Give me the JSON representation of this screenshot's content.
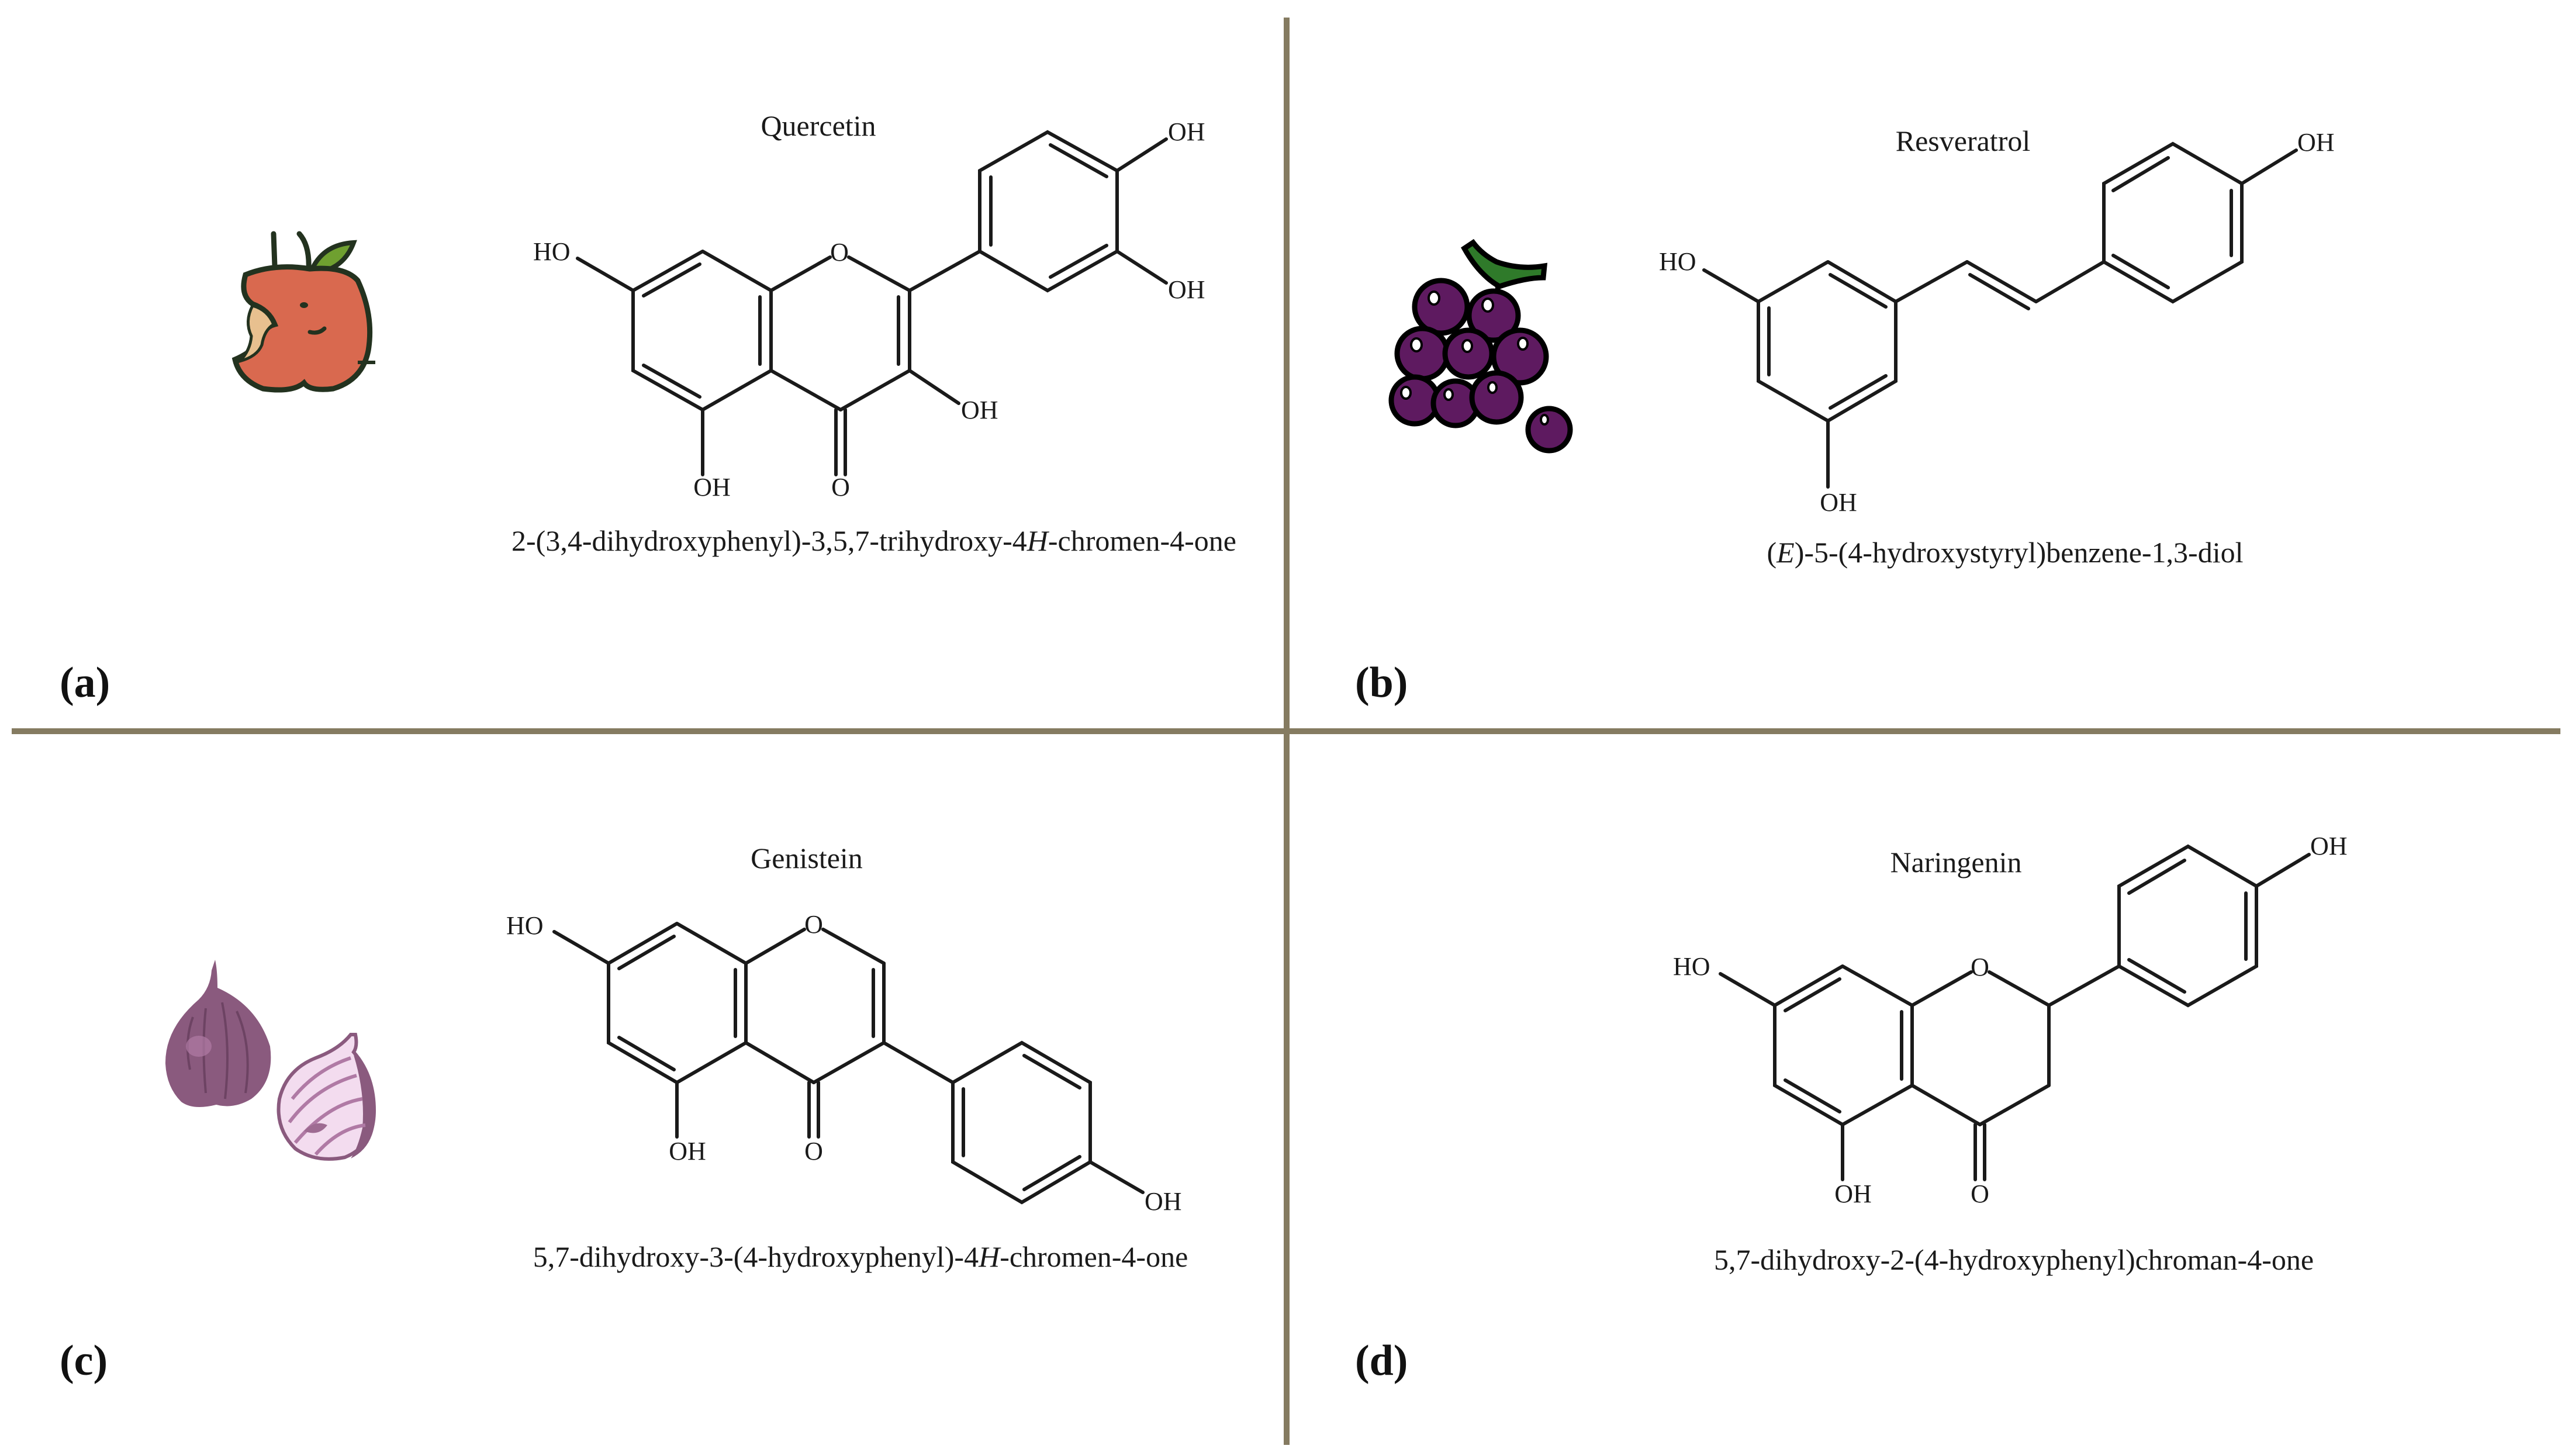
{
  "figure": {
    "divider_color": "#857b61",
    "panels": [
      {
        "id": "a",
        "label": "(a)",
        "compound": "Quercetin",
        "iupac_prefix": "2-(3,4-dihydroxyphenyl)-3,5,7-trihydroxy-4",
        "iupac_italic": "H",
        "iupac_suffix": "-chromen-4-one",
        "food_icon": "apple-icon",
        "atoms": {
          "ho7": "HO",
          "o1": "O",
          "oh3": "OH",
          "oh5": "OH",
          "o4": "O",
          "oh3p": "OH",
          "oh4p": "OH"
        }
      },
      {
        "id": "b",
        "label": "(b)",
        "compound": "Resveratrol",
        "iupac_prefix": "(",
        "iupac_italic": "E",
        "iupac_suffix": ")-5-(4-hydroxystyryl)benzene-1,3-diol",
        "food_icon": "grapes-icon",
        "atoms": {
          "ho3": "HO",
          "oh5": "OH",
          "oh4p": "OH"
        }
      },
      {
        "id": "c",
        "label": "(c)",
        "compound": "Genistein",
        "iupac_prefix": "5,7-dihydroxy-3-(4-hydroxyphenyl)-4",
        "iupac_italic": "H",
        "iupac_suffix": "-chromen-4-one",
        "food_icon": "onion-icon",
        "atoms": {
          "ho7": "HO",
          "o1": "O",
          "oh5": "OH",
          "o4": "O",
          "oh4p": "OH"
        }
      },
      {
        "id": "d",
        "label": "(d)",
        "compound": "Naringenin",
        "iupac_prefix": "5,7-dihydroxy-2-(4-hydroxyphenyl)chroman-4-one",
        "iupac_italic": "",
        "iupac_suffix": "",
        "food_icon": "none",
        "atoms": {
          "ho7": "HO",
          "o1": "O",
          "oh5": "OH",
          "o4": "O",
          "oh4p": "OH"
        }
      }
    ]
  }
}
